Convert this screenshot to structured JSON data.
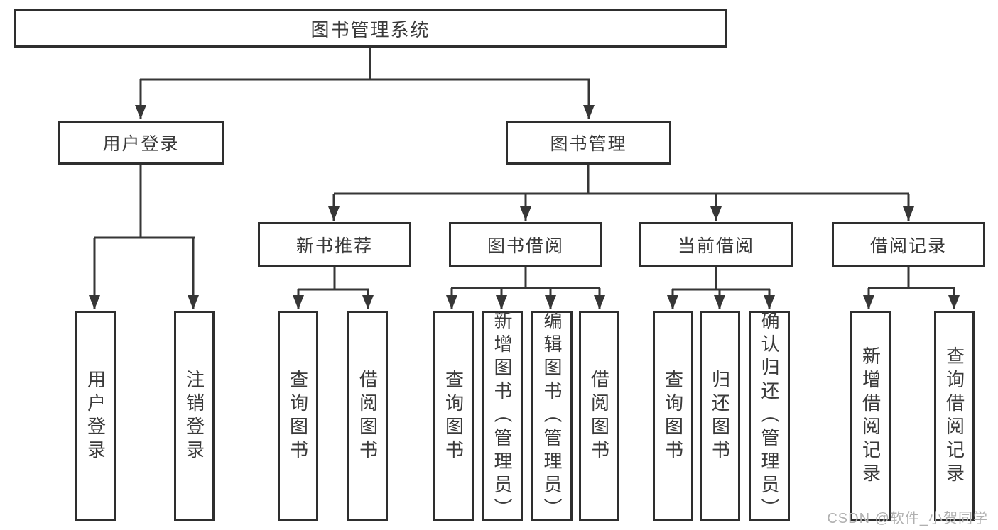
{
  "colors": {
    "background": "#ffffff",
    "line": "#363636",
    "box_border": "#2e2e2e",
    "text": "#3a3a3a",
    "watermark": "#b0b0b0"
  },
  "diagram": {
    "root": {
      "label": "图书管理系统"
    },
    "branches": [
      {
        "label": "用户登录"
      },
      {
        "label": "图书管理"
      }
    ],
    "modules": [
      {
        "label": "新书推荐"
      },
      {
        "label": "图书借阅"
      },
      {
        "label": "当前借阅"
      },
      {
        "label": "借阅记录"
      }
    ],
    "leaves": [
      {
        "label": "用户登录"
      },
      {
        "label": "注销登录"
      },
      {
        "label": "查询图书"
      },
      {
        "label": "借阅图书"
      },
      {
        "label": "查询图书"
      },
      {
        "label": "新增图书（管理员）"
      },
      {
        "label": "编辑图书（管理员）"
      },
      {
        "label": "借阅图书"
      },
      {
        "label": "查询图书"
      },
      {
        "label": "归还图书"
      },
      {
        "label": "确认归还（管理员）"
      },
      {
        "label": "新增借阅记录"
      },
      {
        "label": "查询借阅记录"
      }
    ]
  },
  "watermark": {
    "text": "CSDN @软件_小贺同学"
  }
}
